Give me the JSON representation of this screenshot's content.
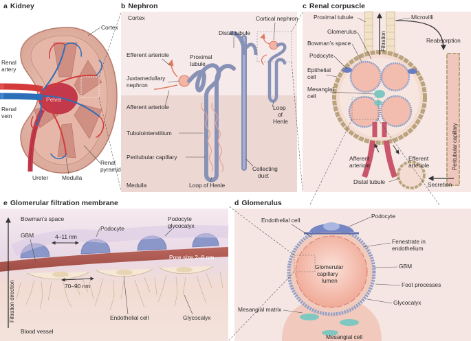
{
  "panels": {
    "a": {
      "letter": "a",
      "title": "Kidney"
    },
    "b": {
      "letter": "b",
      "title": "Nephron"
    },
    "c": {
      "letter": "c",
      "title": "Renal corpuscle"
    },
    "d": {
      "letter": "d",
      "title": "Glomerulus"
    },
    "e": {
      "letter": "e",
      "title": "Glomerular filtration membrane"
    }
  },
  "kidney": {
    "cortex": "Cortex",
    "renal_artery_1": "Renal",
    "renal_artery_2": "artery",
    "renal_vein_1": "Renal",
    "renal_vein_2": "vein",
    "pelvis": "Pelvis",
    "ureter": "Ureter",
    "medulla": "Medulla",
    "renal_pyramid_1": "Renal",
    "renal_pyramid_2": "pyramid"
  },
  "nephron": {
    "cortex": "Cortex",
    "medulla": "Medulla",
    "cortical_nephron": "Cortical nephron",
    "distal_tubule": "Distal tubule",
    "efferent_arteriole": "Efferent arteriole",
    "proximal_tubule_1": "Proximal",
    "proximal_tubule_2": "tubule",
    "juxtamedullary_1": "Juxtamedullary",
    "juxtamedullary_2": "nephron",
    "afferent_arteriole": "Afferent arteriole",
    "tubulointerstitium": "Tubulointerstitium",
    "peritubular_capillary": "Peritubular capillary",
    "loop_of_henle": "Loop of Henle",
    "loop_1": "Loop",
    "loop_2": "of",
    "loop_3": "Henle",
    "collecting_duct_1": "Collecting",
    "collecting_duct_2": "duct"
  },
  "corpuscle": {
    "proximal_tubule": "Proximal tubule",
    "microvilli": "Microvilli",
    "glomerulus": "Glomerulus",
    "bowmans_space": "Bowman’s space",
    "filtration": "Filtration",
    "reabsorption": "Reabsorption",
    "podocyte": "Podocyte",
    "epithelial_1": "Epithelial",
    "epithelial_2": "cell",
    "mesangial_1": "Mesangial",
    "mesangial_2": "cell",
    "peritubular_capillary": "Peritubular capillary",
    "afferent_1": "Afferent",
    "afferent_2": "arteriole",
    "efferent_1": "Efferent",
    "efferent_2": "arteriole",
    "distal_tubule": "Distal tubule",
    "secretion": "Secretion"
  },
  "glomerulus_detail": {
    "endothelial_cell": "Endothelial cell",
    "podocyte": "Podocyte",
    "fenestrate_1": "Fenestrate in",
    "fenestrate_2": "endothelium",
    "gbm": "GBM",
    "lumen_1": "Glomerular",
    "lumen_2": "capillary",
    "lumen_3": "lumen",
    "foot_processes": "Foot processes",
    "glycocalyx": "Glycocalyx",
    "mesangial_matrix": "Mesangial matrix",
    "mesangial_cell": "Mesangial cell"
  },
  "membrane": {
    "bowmans_space": "Bowman’s space",
    "podocyte": "Podocyte",
    "podo_glyco_1": "Podocyte",
    "podo_glyco_2": "glycocalyx",
    "gbm": "GBM",
    "gap_nm": "4–11 nm",
    "pore_size": "Pore size 2–8 nm",
    "fenestra_nm": "70–90 nm",
    "filtration_direction": "Filtration direction",
    "endothelial_cell": "Endothelial cell",
    "glycocalyx": "Glycocalyx",
    "blood_vessel": "Blood vessel"
  }
}
